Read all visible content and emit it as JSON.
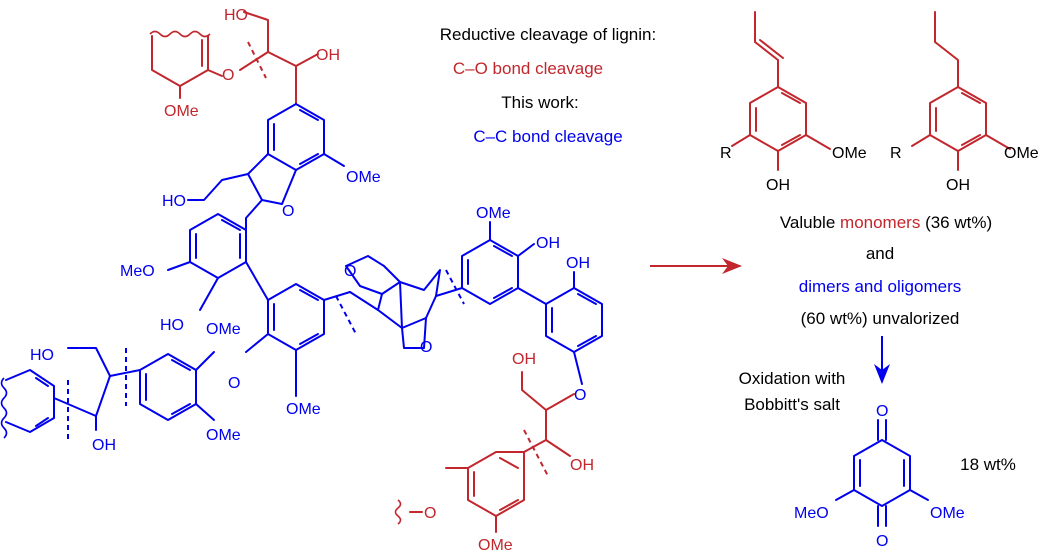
{
  "colors": {
    "blue": "#0000ee",
    "red": "#c1272d",
    "black": "#000000"
  },
  "text": {
    "intro": "Reductive cleavage of lignin:",
    "co": "C–O bond cleavage",
    "this_work": "This work:",
    "cc": "C–C bond cleavage",
    "valuble": "Valuble ",
    "monomers": "monomers",
    "monomers_pct": " (36 wt%)",
    "and": "and",
    "dimers": "dimers and oligomers",
    "unvalorized": "(60 wt%) unvalorized",
    "oxidation_1": "Oxidation with",
    "oxidation_2": "Bobbitt's salt",
    "yield": "18 wt%"
  },
  "atoms": {
    "ho_top": "HO",
    "oh_top": "OH",
    "o_top": "O",
    "ome_top": "OMe",
    "ome_right1": "OMe",
    "ho_left1": "HO",
    "o_furan": "O",
    "meo_left": "MeO",
    "ho_mid": "HO",
    "ome_mid1": "OMe",
    "o_mid": "O",
    "ome_bottom1": "OMe",
    "ome_bottom2": "OMe",
    "ho_left2": "HO",
    "oh_left2": "OH",
    "o_bicyc1": "O",
    "o_bicyc2": "O",
    "ome_right_top": "OMe",
    "oh_right1": "OH",
    "oh_right2": "OH",
    "oh_side": "OH",
    "o_side": "O",
    "oh_red": "OH",
    "o_red": "O",
    "ome_red": "OMe",
    "mon_r1": "R",
    "mon_ome1": "OMe",
    "mon_oh1": "OH",
    "mon_r2": "R",
    "mon_ome2": "OMe",
    "mon_oh2": "OH",
    "q_o_top": "O",
    "q_o_bottom": "O",
    "q_meo": "MeO",
    "q_ome": "OMe"
  }
}
